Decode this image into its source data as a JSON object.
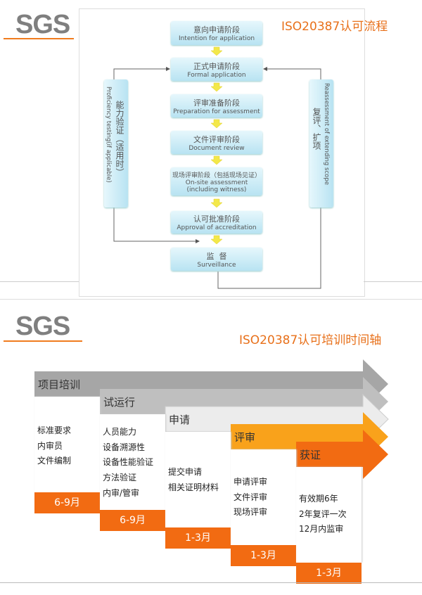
{
  "slide1": {
    "logo": "SGS",
    "title": "ISO20387认可流程",
    "steps": [
      {
        "cn": "意向申请阶段",
        "en": "Intention for application"
      },
      {
        "cn": "正式申请阶段",
        "en": "Formal application"
      },
      {
        "cn": "评审准备阶段",
        "en": "Preparation for assessment"
      },
      {
        "cn": "文件评审阶段",
        "en": "Document review"
      },
      {
        "cn": "现场评审阶段（包括现场见证）",
        "en": "On-site assessment",
        "en2": "(including witness)"
      },
      {
        "cn": "认可批准阶段",
        "en": "Approval of accreditation"
      },
      {
        "cn": "监  督",
        "en": "Surveillance"
      }
    ],
    "left_side": {
      "cn": "能力验证（适用时）",
      "en": "Proficiency testing(if applicable)"
    },
    "right_side": {
      "cn": "复评、扩项",
      "en": "Reassessment of extending scope"
    }
  },
  "slide2": {
    "logo": "SGS",
    "title": "ISO20387认可培训时间轴",
    "phases": [
      {
        "label": "项目培训",
        "items": [
          "标准要求",
          "内审员",
          "文件编制"
        ],
        "duration": "6-9月",
        "color": "#a6a6a6"
      },
      {
        "label": "试运行",
        "items": [
          "人员能力",
          "设备溯源性",
          "设备性能验证",
          "方法验证",
          "内审/管审"
        ],
        "duration": "6-9月",
        "color": "#bfbfbf"
      },
      {
        "label": "申请",
        "items": [
          "提交申请",
          "相关证明材料"
        ],
        "duration": "1-3月",
        "color": "#ececec"
      },
      {
        "label": "评审",
        "items": [
          "申请评审",
          "文件评审",
          "现场评审"
        ],
        "duration": "1-3月",
        "color": "#f9a21b"
      },
      {
        "label": "获证",
        "items": [
          "有效期6年",
          "2年复评一次",
          "12月内监审"
        ],
        "duration": "1-3月",
        "color": "#f26b12"
      }
    ]
  }
}
